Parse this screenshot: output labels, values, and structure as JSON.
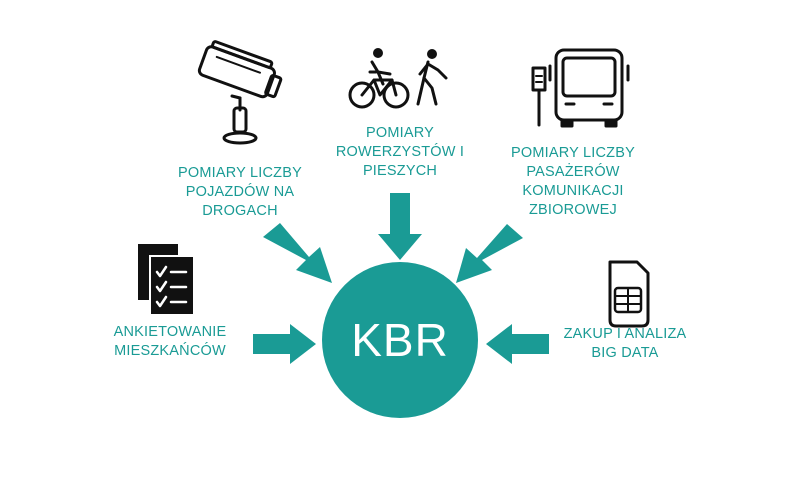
{
  "colors": {
    "accent": "#1a9b95",
    "icon": "#111111",
    "background": "#ffffff"
  },
  "center": {
    "label": "KBR"
  },
  "sources": [
    {
      "id": "traffic",
      "label": "POMIARY LICZBY\nPOJAZDÓW NA\nDROGACH",
      "icon": "traffic-camera-icon"
    },
    {
      "id": "bike-ped",
      "label": "POMIARY\nROWERZYSTÓW I\nPIESZYCH",
      "icon": "cyclist-pedestrian-icon"
    },
    {
      "id": "transit",
      "label": "POMIARY LICZBY\nPASAŻERÓW\nKOMUNIKACJI\nZBIOROWEJ",
      "icon": "bus-stop-icon"
    },
    {
      "id": "survey",
      "label": "ANKIETOWANIE\nMIESZKAŃCÓW",
      "icon": "survey-checklist-icon"
    },
    {
      "id": "bigdata",
      "label": "ZAKUP I ANALIZA\nBIG DATA",
      "icon": "sim-card-icon"
    }
  ]
}
